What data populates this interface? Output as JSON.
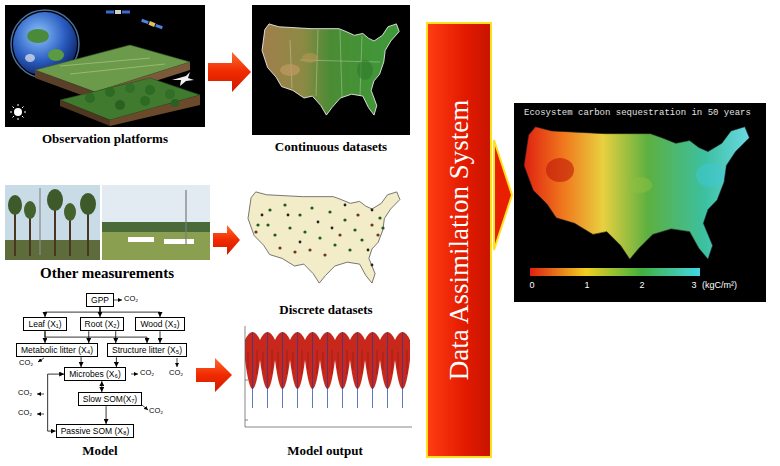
{
  "diagram": {
    "nodes": [
      {
        "text": [
          "Data Assimilation System"
        ]
      },
      {
        "text": [
          "GPP"
        ]
      },
      {
        "text": [
          "Leaf (X₁)"
        ]
      },
      {
        "text": [
          "Root (X₂)"
        ]
      },
      {
        "text": [
          "Wood (X₃)"
        ]
      },
      {
        "text": [
          "Metabolic litter (X₄)"
        ]
      },
      {
        "text": [
          "Structure litter (X₅)"
        ]
      },
      {
        "text": [
          "Microbes (X₆)"
        ]
      },
      {
        "text": [
          "Slow SOM(X₇)"
        ]
      },
      {
        "text": [
          "Passive SOM (X₈)"
        ]
      }
    ],
    "edges": [
      {
        "from": 1,
        "to": 2,
        "arrow": "to"
      },
      {
        "from": 1,
        "to": 3,
        "arrow": "to"
      },
      {
        "from": 1,
        "to": 4,
        "arrow": "to"
      },
      {
        "from": 2,
        "to": 5,
        "arrow": "to"
      },
      {
        "from": 2,
        "to": 6,
        "arrow": "to"
      },
      {
        "from": 3,
        "to": 5,
        "arrow": "to"
      },
      {
        "from": 3,
        "to": 6,
        "arrow": "to"
      },
      {
        "from": 4,
        "to": 6,
        "arrow": "to"
      },
      {
        "from": 5,
        "to": 7,
        "arrow": "to"
      },
      {
        "from": 6,
        "to": 7,
        "arrow": "to"
      },
      {
        "from": 7,
        "to": 8,
        "arrow": "both"
      },
      {
        "from": 8,
        "to": 9,
        "arrow": "to"
      },
      {
        "from": 7,
        "to": 9,
        "arrow": "both"
      }
    ],
    "labels": [
      "Observation platforms",
      "Continuous datasets",
      "Other measurements",
      "Discrete datasets",
      "Model",
      "Model output",
      "Ecosystem carbon sequestration in 50 years",
      "0",
      "1",
      "2",
      "3",
      "(kgC/m²)",
      "CO₂",
      "CO₂",
      "CO₂",
      "CO₂",
      "CO₂",
      "CO₂",
      "CO₂"
    ]
  }
}
